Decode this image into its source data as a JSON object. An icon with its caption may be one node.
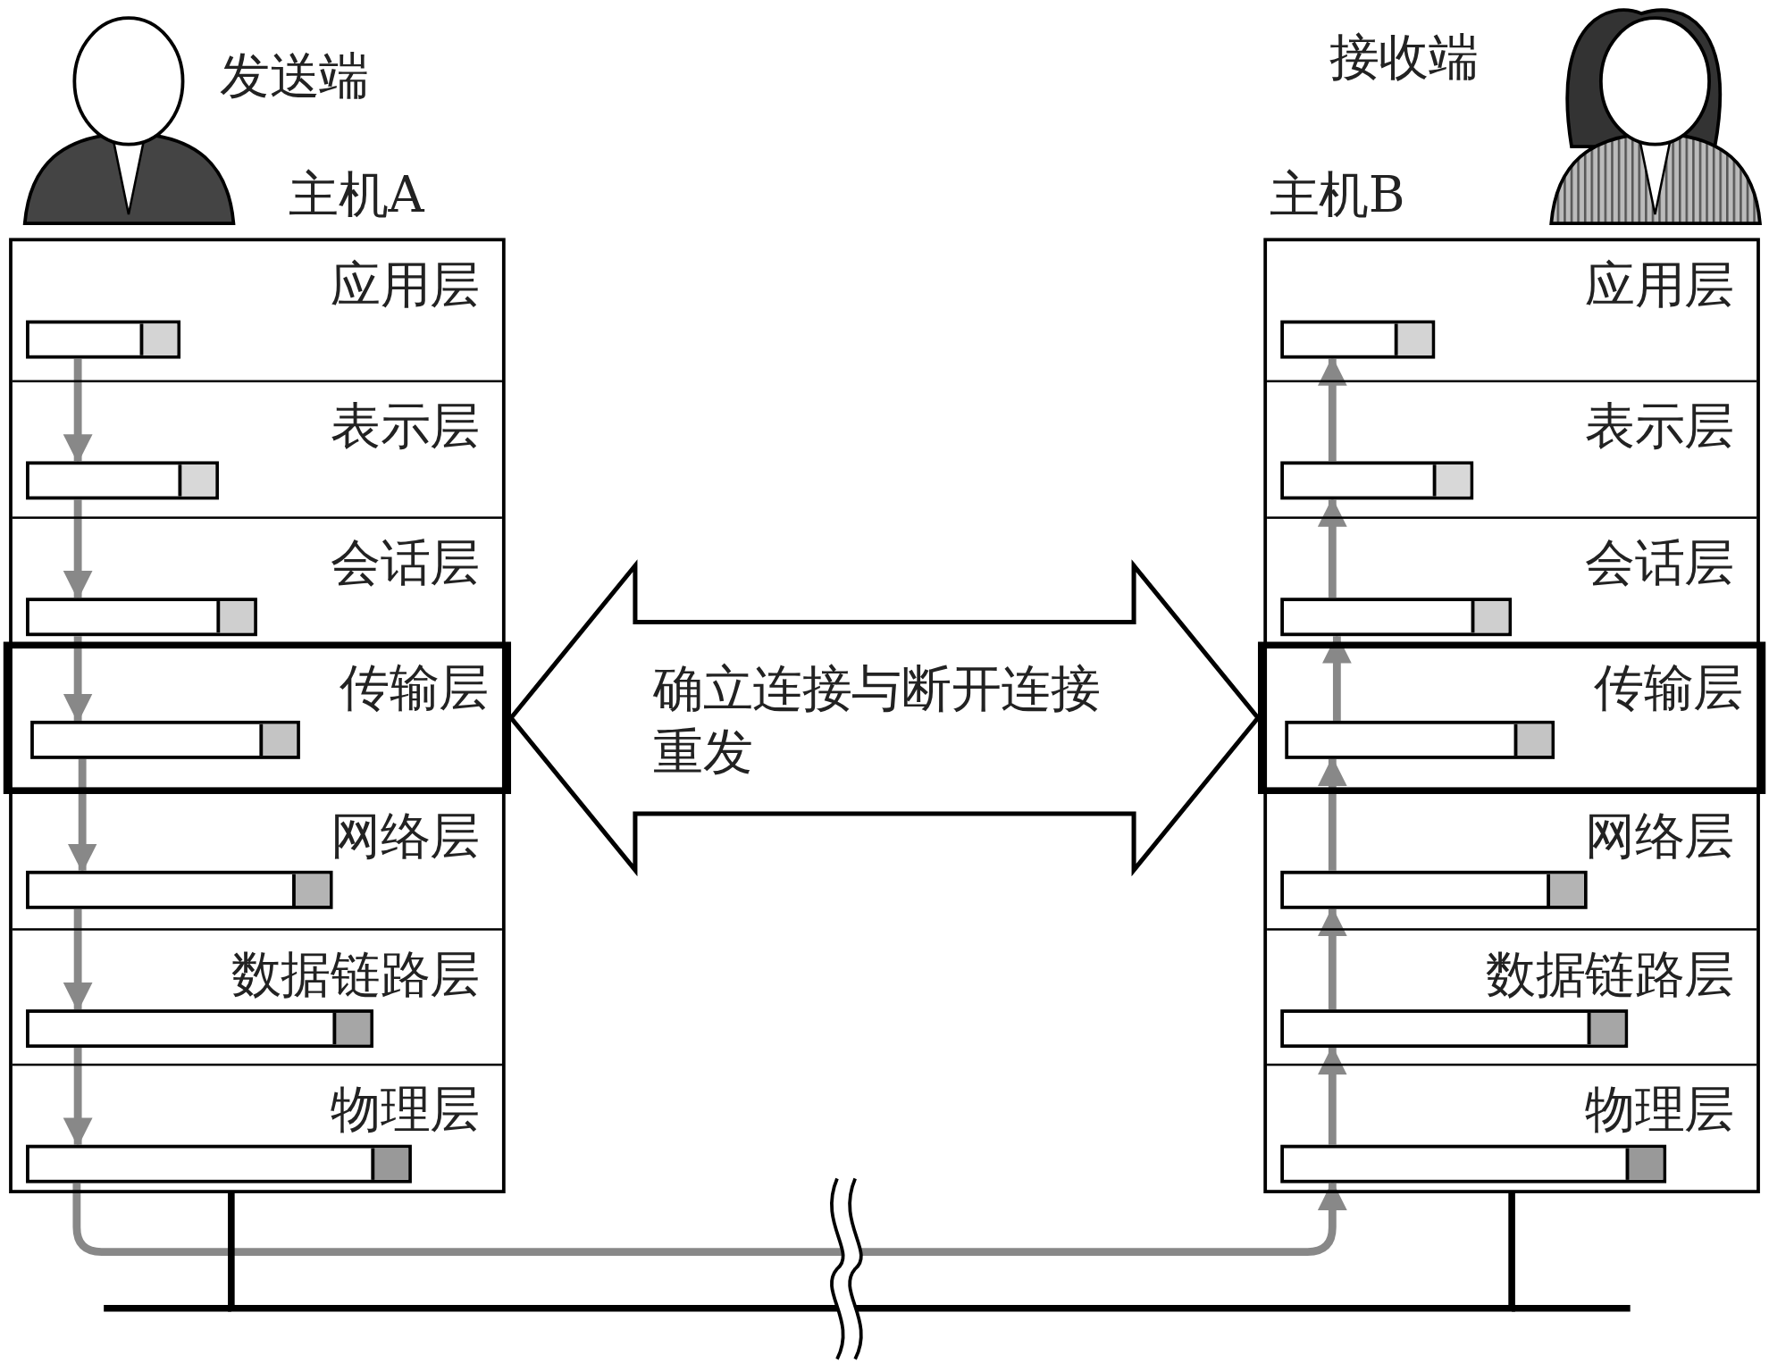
{
  "diagram": {
    "nodes": [
      {
        "text": [
          "主机A"
        ]
      },
      {
        "text": [
          "应用层"
        ],
        "in": 0
      },
      {
        "text": [],
        "shape": "bar",
        "in": 1
      },
      {
        "text": [
          "表示层"
        ],
        "in": 0
      },
      {
        "text": [],
        "shape": "bar",
        "in": 3
      },
      {
        "text": [
          "会话层"
        ],
        "in": 0
      },
      {
        "text": [],
        "shape": "bar",
        "in": 5
      },
      {
        "text": [
          "传输层"
        ],
        "in": 0
      },
      {
        "text": [],
        "shape": "bar",
        "in": 7
      },
      {
        "text": [
          "网络层"
        ],
        "in": 0
      },
      {
        "text": [],
        "shape": "bar",
        "in": 9
      },
      {
        "text": [
          "数据链路层"
        ],
        "in": 0
      },
      {
        "text": [],
        "shape": "bar",
        "in": 11
      },
      {
        "text": [
          "物理层"
        ],
        "in": 0
      },
      {
        "text": [],
        "shape": "bar",
        "in": 13
      },
      {
        "text": [
          "主机B"
        ]
      },
      {
        "text": [
          "应用层"
        ],
        "in": 15
      },
      {
        "text": [],
        "shape": "bar",
        "in": 16
      },
      {
        "text": [
          "表示层"
        ],
        "in": 15
      },
      {
        "text": [],
        "shape": "bar",
        "in": 18
      },
      {
        "text": [
          "会话层"
        ],
        "in": 15
      },
      {
        "text": [],
        "shape": "bar",
        "in": 20
      },
      {
        "text": [
          "传输层"
        ],
        "in": 15
      },
      {
        "text": [],
        "shape": "bar",
        "in": 22
      },
      {
        "text": [
          "网络层"
        ],
        "in": 15
      },
      {
        "text": [],
        "shape": "bar",
        "in": 24
      },
      {
        "text": [
          "数据链路层"
        ],
        "in": 15
      },
      {
        "text": [],
        "shape": "bar",
        "in": 26
      },
      {
        "text": [
          "物理层"
        ],
        "in": 15
      },
      {
        "text": [],
        "shape": "bar",
        "in": 28
      }
    ],
    "edges": [
      {
        "from": 2,
        "to": 4,
        "arrow": "to"
      },
      {
        "from": 4,
        "to": 6,
        "arrow": "to"
      },
      {
        "from": 6,
        "to": 8,
        "arrow": "to"
      },
      {
        "from": 8,
        "to": 10,
        "arrow": "to"
      },
      {
        "from": 10,
        "to": 12,
        "arrow": "to"
      },
      {
        "from": 12,
        "to": 14,
        "arrow": "to"
      },
      {
        "from": 14,
        "to": 29,
        "arrow": "to"
      },
      {
        "from": 29,
        "to": 27,
        "arrow": "to"
      },
      {
        "from": 27,
        "to": 25,
        "arrow": "to"
      },
      {
        "from": 25,
        "to": 23,
        "arrow": "to"
      },
      {
        "from": 23,
        "to": 21,
        "arrow": "to"
      },
      {
        "from": 21,
        "to": 19,
        "arrow": "to"
      },
      {
        "from": 19,
        "to": 17,
        "arrow": "to"
      },
      {
        "from": 7,
        "to": 22,
        "arrow": "both",
        "label": "确立连接与断开连接重发",
        "color": "#000000"
      },
      {
        "from": 0,
        "to": 15,
        "arrow": "none",
        "color": "#000000"
      }
    ],
    "labels": [
      "发送端",
      "接收端"
    ]
  }
}
